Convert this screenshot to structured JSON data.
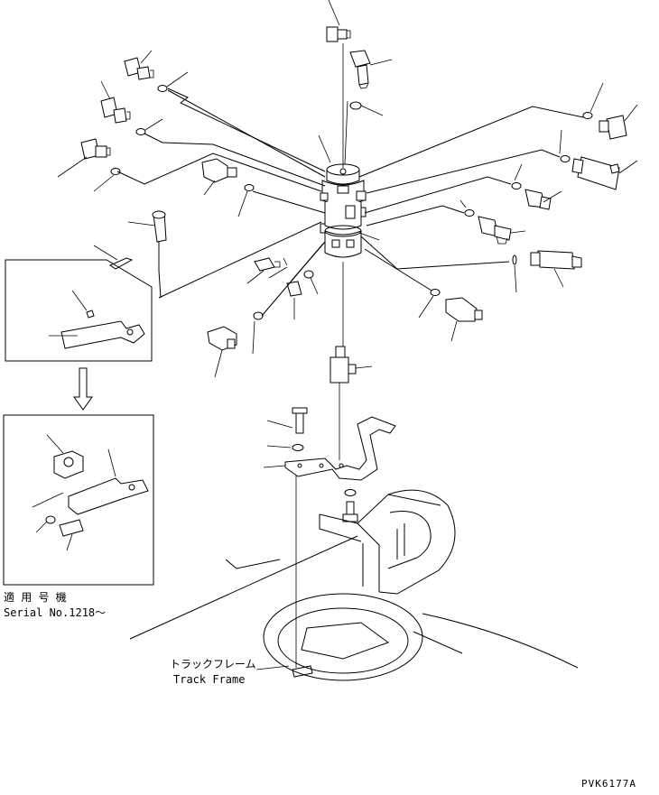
{
  "labels": {
    "applicable_jp": "適 用 号 機",
    "serial": "Serial No.1218～",
    "track_frame_jp": "トラックフレーム",
    "track_frame_en": "Track Frame",
    "drawing_code": "PVK6177A"
  },
  "colors": {
    "ink": "#000000",
    "paper": "#ffffff"
  }
}
